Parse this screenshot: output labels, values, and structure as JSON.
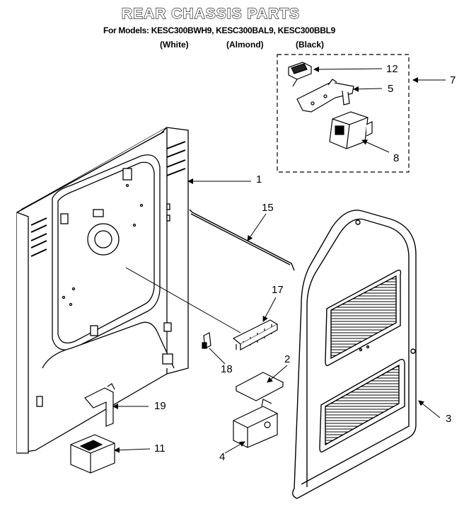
{
  "header": {
    "title": "REAR CHASSIS PARTS",
    "models_line": "For Models: KESC300BWH9, KESC300BAL9, KESC300BBL9",
    "colors": [
      "(White)",
      "(Almond)",
      "(Black)"
    ]
  },
  "callouts": [
    {
      "id": "p1",
      "label": "1"
    },
    {
      "id": "p2",
      "label": "2"
    },
    {
      "id": "p3",
      "label": "3"
    },
    {
      "id": "p4",
      "label": "4"
    },
    {
      "id": "p5",
      "label": "5"
    },
    {
      "id": "p7",
      "label": "7"
    },
    {
      "id": "p8",
      "label": "8"
    },
    {
      "id": "p11",
      "label": "11"
    },
    {
      "id": "p12",
      "label": "12"
    },
    {
      "id": "p15",
      "label": "15"
    },
    {
      "id": "p17",
      "label": "17"
    },
    {
      "id": "p18",
      "label": "18"
    },
    {
      "id": "p19",
      "label": "19"
    }
  ]
}
